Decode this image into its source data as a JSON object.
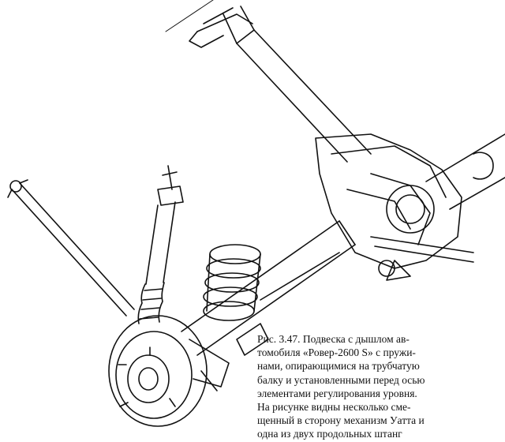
{
  "figure": {
    "caption_lines": [
      "Рис. 3.47. Подвеска с дышлом ав-",
      "томобиля «Ровер-2600 S» с пружи-",
      "нами, опирающимися на трубчатую",
      "балку и установленными перед осью",
      "элементами регулирования уровня.",
      "На рисунке видны несколько сме-",
      "щенный в сторону механизм Уатта и",
      "одна из двух продольных штанг"
    ],
    "icons": [
      "rear-axle-suspension-drawing"
    ],
    "colors": {
      "ink": "#111111",
      "background": "#ffffff"
    }
  }
}
